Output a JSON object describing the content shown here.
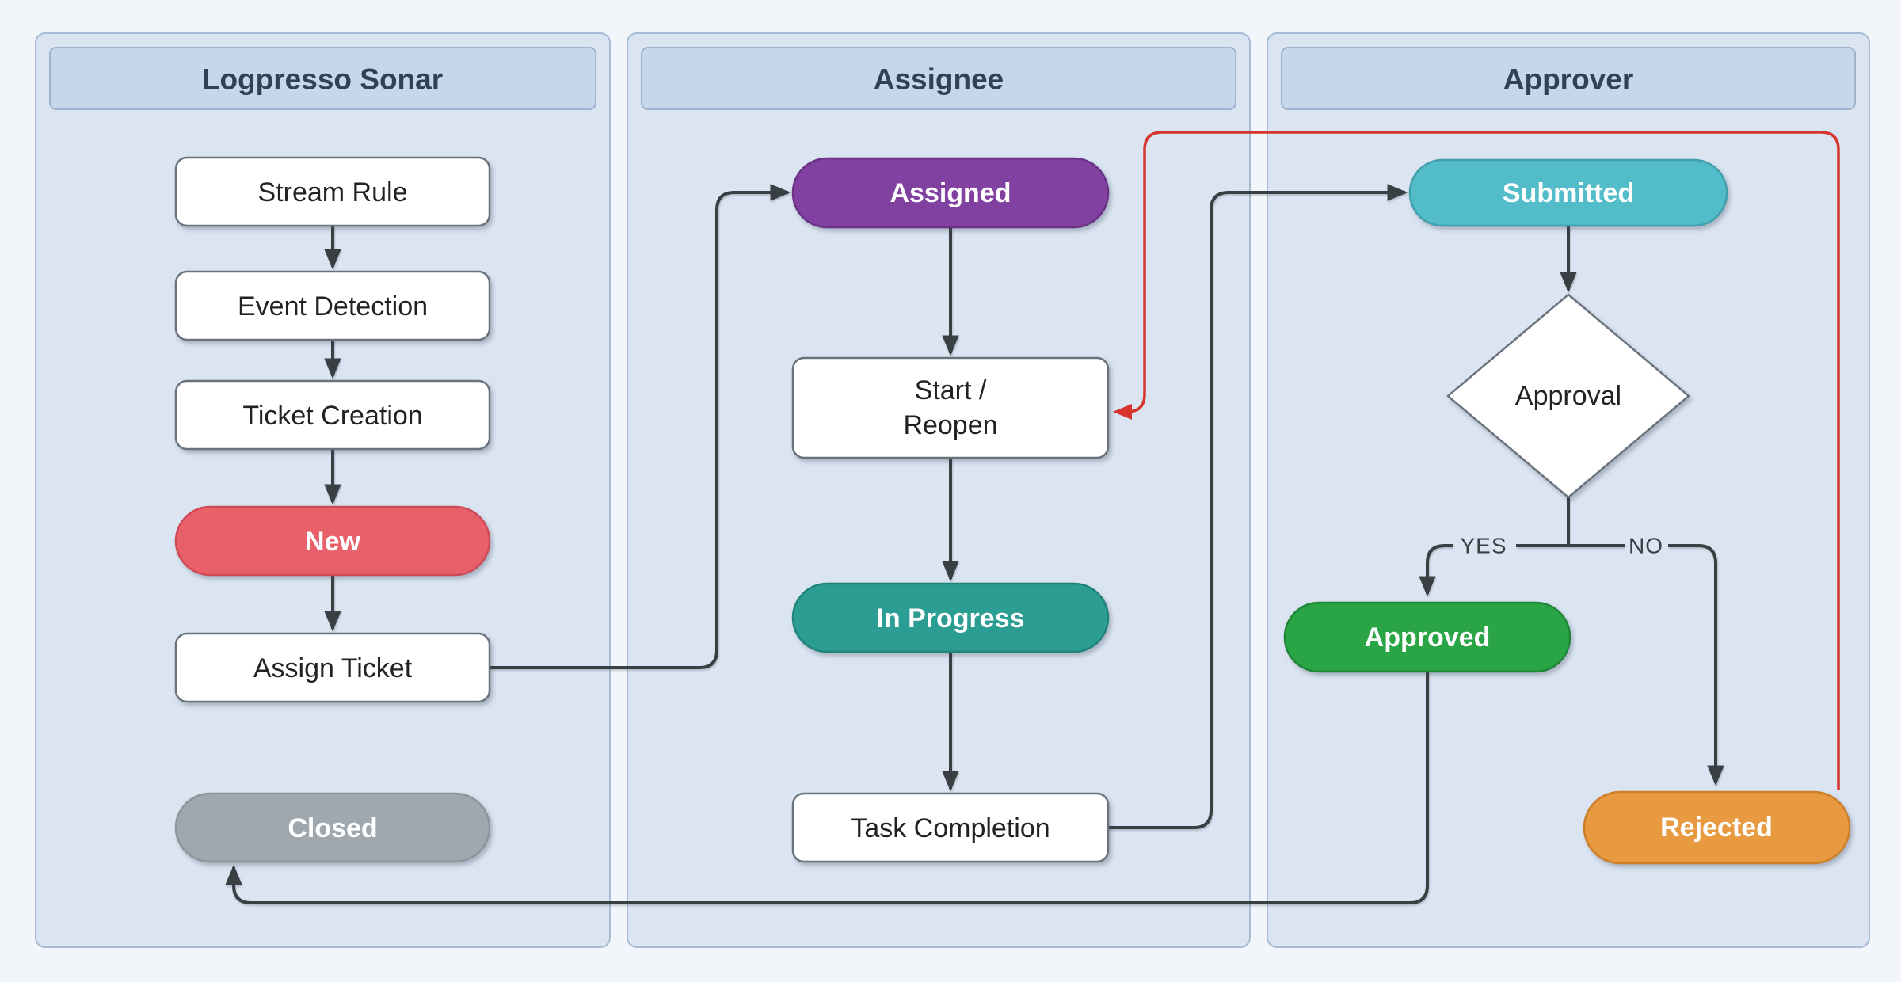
{
  "diagram": {
    "lanes": [
      {
        "label": "Logpresso Sonar"
      },
      {
        "label": "Assignee"
      },
      {
        "label": "Approver"
      }
    ],
    "nodes": {
      "stream_rule": "Stream Rule",
      "event_detection": "Event Detection",
      "ticket_creation": "Ticket Creation",
      "new": "New",
      "assign_ticket": "Assign Ticket",
      "closed": "Closed",
      "assigned": "Assigned",
      "start_reopen_line1": "Start /",
      "start_reopen_line2": "Reopen",
      "in_progress": "In Progress",
      "task_completion": "Task Completion",
      "submitted": "Submitted",
      "approval": "Approval",
      "approved": "Approved",
      "rejected": "Rejected"
    },
    "edge_labels": {
      "yes": "YES",
      "no": "NO"
    },
    "colors": {
      "background": "#f2f6fa",
      "lane_fill": "#dbe5f2",
      "lane_border": "#a6bbd4",
      "header_fill": "#c7d7eb",
      "header_border": "#9db3ce",
      "header_text": "#2d4256",
      "node_fill": "#ffffff",
      "node_border": "#6a737b",
      "node_text": "#222222",
      "edge": "#3a3f44",
      "reject_loop_edge": "#d6342c",
      "new_fill": "#e7606a",
      "closed_fill": "#9fa8ae",
      "assigned_fill": "#8141a1",
      "in_progress_fill": "#2b9d92",
      "submitted_fill": "#52bcc8",
      "approved_fill": "#2aa546",
      "rejected_fill": "#e79a40",
      "pill_text": "#ffffff"
    }
  }
}
